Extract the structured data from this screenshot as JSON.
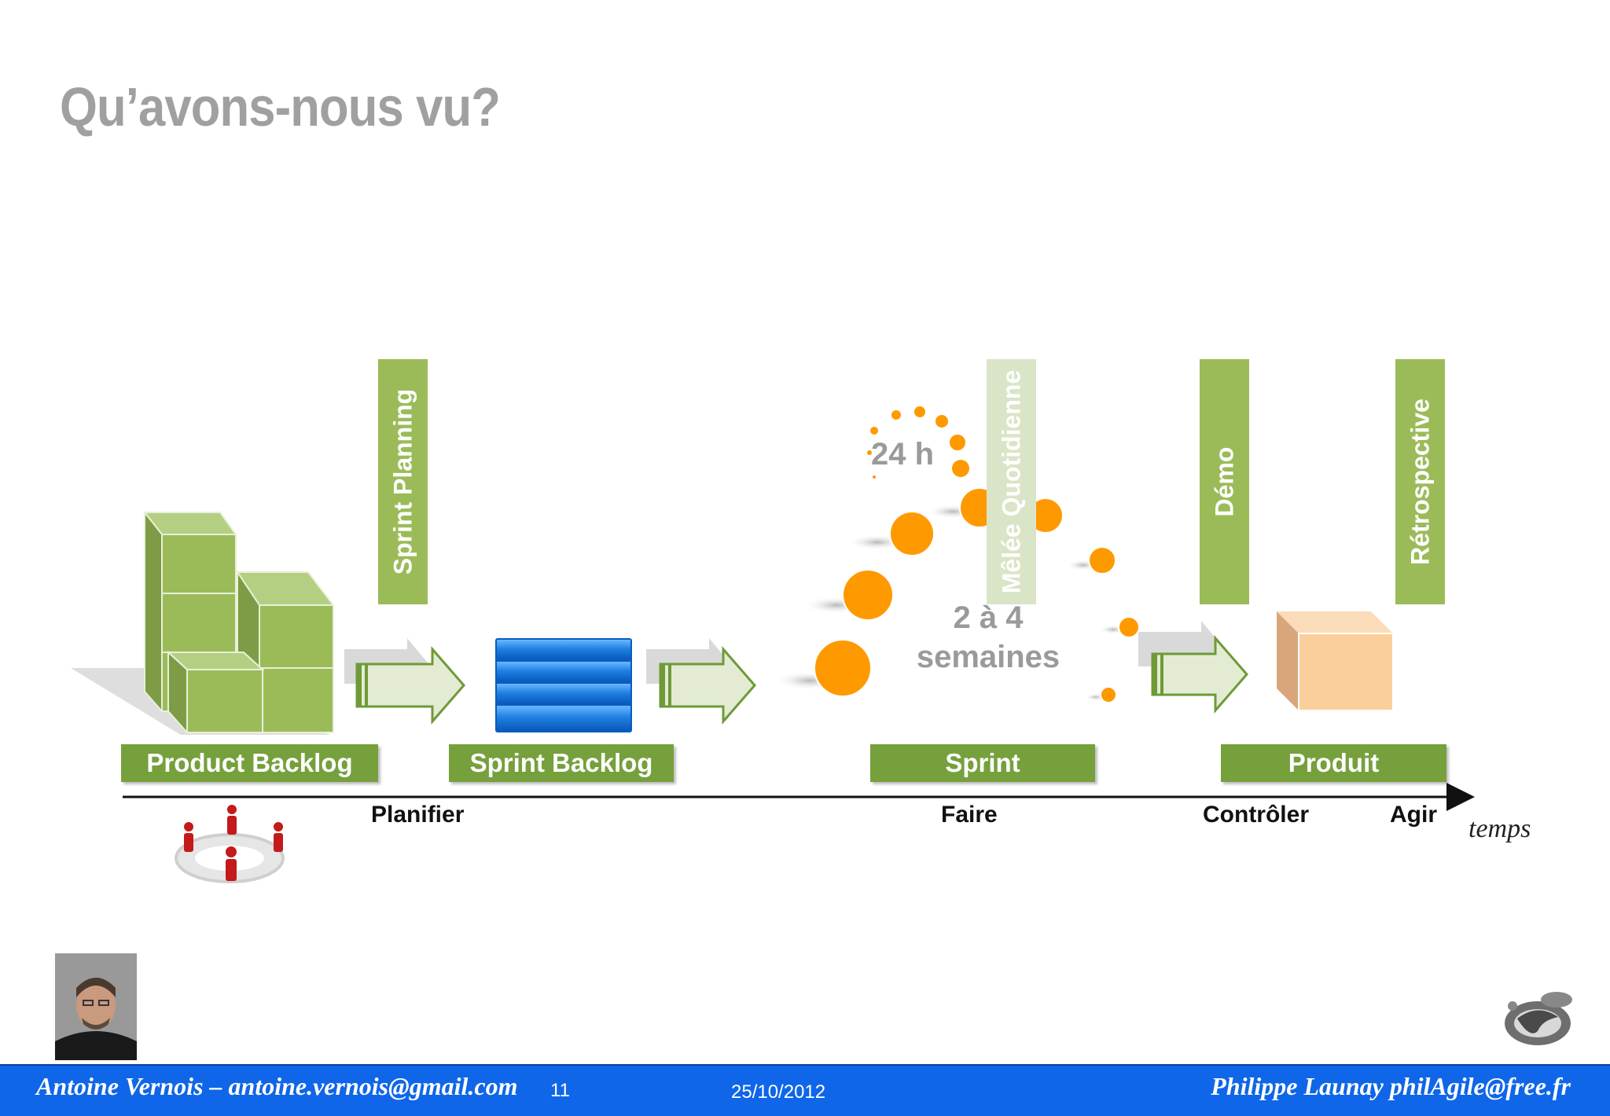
{
  "slide": {
    "title": "Qu’avons-nous vu?",
    "vertical_labels": {
      "sprint_planning": "Sprint Planning",
      "melee": "Mêlée Quotidienne",
      "demo": "Démo",
      "retro": "Rétrospective"
    },
    "artifacts": {
      "product_backlog": "Product Backlog",
      "sprint_backlog": "Sprint Backlog",
      "sprint": "Sprint",
      "produit": "Produit"
    },
    "phases": {
      "planifier": "Planifier",
      "faire": "Faire",
      "controler": "Contrôler",
      "agir": "Agir"
    },
    "axis_label": "temps",
    "cycle_daily": "24 h",
    "cycle_sprint_line1": "2 à 4",
    "cycle_sprint_line2": "semaines"
  },
  "footer": {
    "left": "Antoine Vernois – antoine.vernois@gmail.com",
    "page": "11",
    "date": "25/10/2012",
    "right": "Philippe Launay  philAgile@free.fr"
  },
  "colors": {
    "green": "#9bbb59",
    "dark_green": "#76a03c",
    "orange": "#ff9900",
    "blue": "#1e7fe0",
    "footer_blue": "#0f66e8"
  }
}
